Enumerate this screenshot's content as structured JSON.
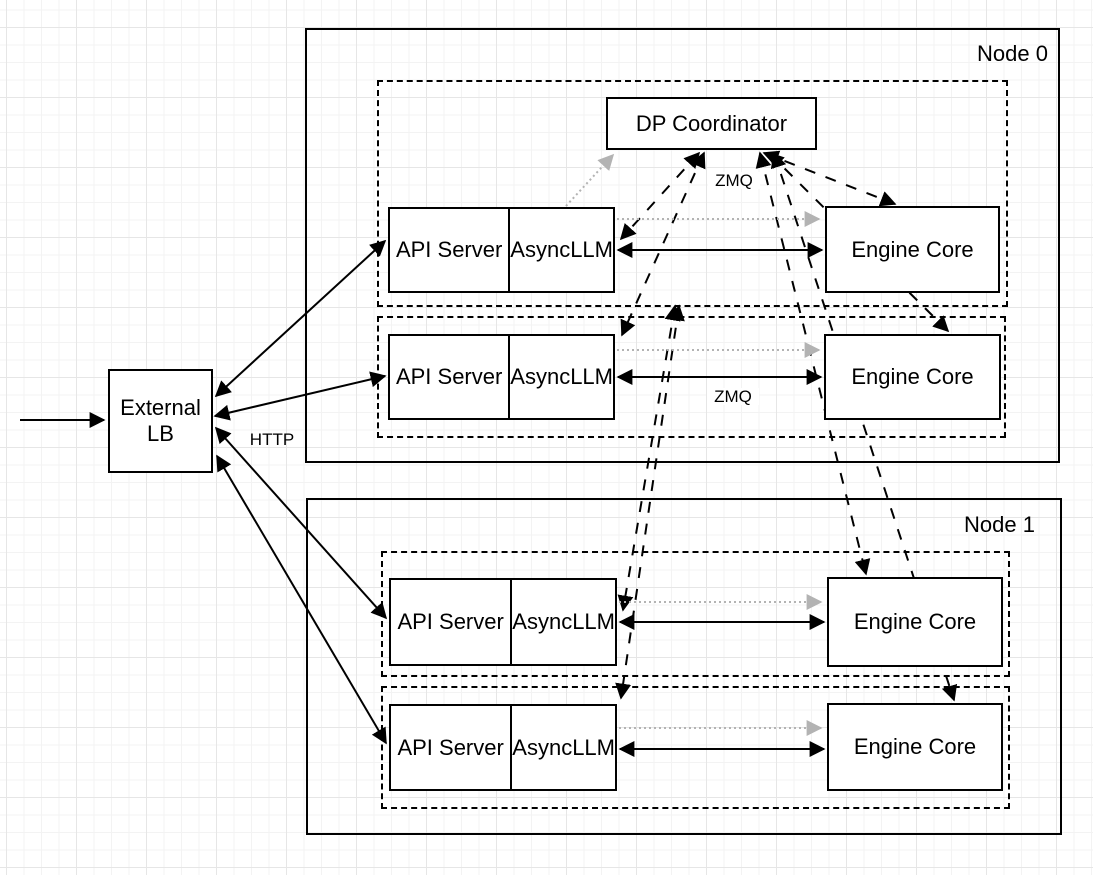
{
  "boxes": {
    "external_lb": {
      "line1": "External",
      "line2": "LB"
    },
    "dp_coordinator": {
      "label": "DP Coordinator"
    },
    "node0_rows": [
      {
        "api_server": "API Server",
        "asyncllm": "AsyncLLM",
        "engine_core": "Engine Core"
      },
      {
        "api_server": "API Server",
        "asyncllm": "AsyncLLM",
        "engine_core": "Engine Core"
      }
    ],
    "node1_rows": [
      {
        "api_server": "API Server",
        "asyncllm": "AsyncLLM",
        "engine_core": "Engine Core"
      },
      {
        "api_server": "API Server",
        "asyncllm": "AsyncLLM",
        "engine_core": "Engine Core"
      }
    ]
  },
  "nodes": {
    "node0": {
      "title": "Node 0"
    },
    "node1": {
      "title": "Node 1"
    }
  },
  "edge_labels": {
    "http": "HTTP",
    "zmq_coordinator": "ZMQ",
    "zmq_row": "ZMQ"
  },
  "colors": {
    "stroke": "#000000",
    "muted_stroke": "#b3b3b3",
    "box_fill": "#ffffff"
  },
  "connections": [
    {
      "from": "external-traffic",
      "to": "external-lb",
      "style": "solid",
      "bidirectional": false
    },
    {
      "from": "external-lb",
      "to": "node0-row0-api-server",
      "style": "solid",
      "bidirectional": true,
      "label": "HTTP"
    },
    {
      "from": "external-lb",
      "to": "node0-row1-api-server",
      "style": "solid",
      "bidirectional": true,
      "label": "HTTP"
    },
    {
      "from": "external-lb",
      "to": "node1-row0-api-server",
      "style": "solid",
      "bidirectional": true,
      "label": "HTTP"
    },
    {
      "from": "external-lb",
      "to": "node1-row1-api-server",
      "style": "solid",
      "bidirectional": true,
      "label": "HTTP"
    },
    {
      "from": "node0-row0-asyncllm",
      "to": "node0-row0-engine-core",
      "style": "solid",
      "bidirectional": true,
      "label": "ZMQ"
    },
    {
      "from": "node0-row1-asyncllm",
      "to": "node0-row1-engine-core",
      "style": "solid",
      "bidirectional": true,
      "label": "ZMQ"
    },
    {
      "from": "node1-row0-asyncllm",
      "to": "node1-row0-engine-core",
      "style": "solid",
      "bidirectional": true,
      "label": "ZMQ"
    },
    {
      "from": "node1-row1-asyncllm",
      "to": "node1-row1-engine-core",
      "style": "solid",
      "bidirectional": true,
      "label": "ZMQ"
    },
    {
      "from": "node0-row0-api-server",
      "to": "dp-coordinator",
      "style": "dotted-gray",
      "bidirectional": false
    },
    {
      "from": "node0-row0-asyncllm",
      "to": "node0-row0-engine-core",
      "style": "dotted-gray",
      "bidirectional": false
    },
    {
      "from": "node0-row1-asyncllm",
      "to": "node0-row1-engine-core",
      "style": "dotted-gray",
      "bidirectional": false
    },
    {
      "from": "node1-row0-asyncllm",
      "to": "node1-row0-engine-core",
      "style": "dotted-gray",
      "bidirectional": false
    },
    {
      "from": "node1-row1-asyncllm",
      "to": "node1-row1-engine-core",
      "style": "dotted-gray",
      "bidirectional": false
    },
    {
      "from": "dp-coordinator",
      "to": "node0-row0-asyncllm",
      "style": "dashed",
      "bidirectional": true,
      "label": "ZMQ"
    },
    {
      "from": "dp-coordinator",
      "to": "node0-row1-asyncllm",
      "style": "dashed",
      "bidirectional": true,
      "label": "ZMQ"
    },
    {
      "from": "dp-coordinator-group",
      "to": "node1-row0-asyncllm",
      "style": "dashed",
      "bidirectional": true,
      "label": "ZMQ"
    },
    {
      "from": "dp-coordinator-group",
      "to": "node1-row1-asyncllm",
      "style": "dashed",
      "bidirectional": true,
      "label": "ZMQ"
    },
    {
      "from": "dp-coordinator",
      "to": "node0-row0-engine-core",
      "style": "dashed",
      "bidirectional": true,
      "label": "ZMQ"
    },
    {
      "from": "dp-coordinator",
      "to": "node0-row1-engine-core",
      "style": "dashed",
      "bidirectional": true,
      "label": "ZMQ"
    },
    {
      "from": "dp-coordinator",
      "to": "node1-row0-engine-core",
      "style": "dashed",
      "bidirectional": true,
      "label": "ZMQ"
    },
    {
      "from": "dp-coordinator",
      "to": "node1-row1-engine-core",
      "style": "dashed",
      "bidirectional": true,
      "label": "ZMQ"
    }
  ]
}
